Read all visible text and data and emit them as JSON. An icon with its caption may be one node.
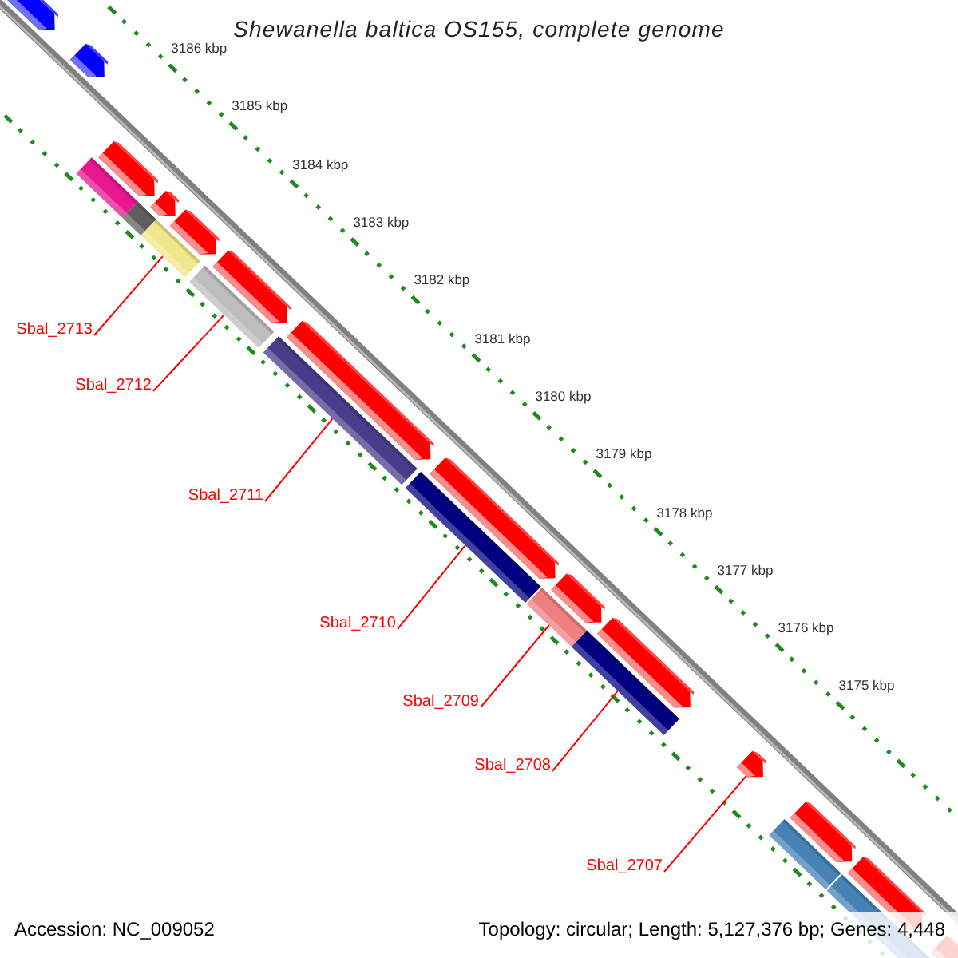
{
  "diagram": {
    "title": "Shewanella baltica OS155, complete genome",
    "nodes": [
      {
        "text": [
          "Sbal_2713"
        ]
      },
      {
        "text": [
          "Sbal_2712"
        ]
      },
      {
        "text": [
          "Sbal_2711"
        ]
      },
      {
        "text": [
          "Sbal_2710"
        ]
      },
      {
        "text": [
          "Sbal_2709"
        ]
      },
      {
        "text": [
          "Sbal_2708"
        ]
      },
      {
        "text": [
          "Sbal_2707"
        ]
      },
      {
        "text": [],
        "shape": "arrow"
      },
      {
        "text": [],
        "shape": "arrow"
      },
      {
        "text": [],
        "shape": "bar"
      },
      {
        "text": [],
        "shape": "arrow"
      },
      {
        "text": [],
        "shape": "bar"
      },
      {
        "text": [],
        "shape": "arrow"
      },
      {
        "text": [],
        "shape": "bar"
      },
      {
        "text": [],
        "shape": "arrow"
      },
      {
        "text": [],
        "shape": "bar"
      },
      {
        "text": [],
        "shape": "arrow"
      },
      {
        "text": [],
        "shape": "bar"
      },
      {
        "text": [],
        "shape": "arrow"
      },
      {
        "text": [],
        "shape": "bar"
      },
      {
        "text": [],
        "shape": "arrow"
      },
      {
        "text": [],
        "shape": "bar"
      },
      {
        "text": [],
        "shape": "arrow"
      },
      {
        "text": [],
        "shape": "bar"
      },
      {
        "text": [],
        "shape": "arrow"
      },
      {
        "text": [],
        "shape": "arrow"
      },
      {
        "text": [],
        "shape": "bar"
      },
      {
        "text": [],
        "shape": "arrow"
      },
      {
        "text": [],
        "shape": "bar"
      },
      {
        "text": [],
        "shape": "arrow"
      },
      {
        "text": [],
        "shape": "arrow"
      }
    ],
    "edges": [
      {
        "from": 0,
        "to": 13,
        "arrow": "none"
      },
      {
        "from": 1,
        "to": 15,
        "arrow": "none"
      },
      {
        "from": 2,
        "to": 17,
        "arrow": "none"
      },
      {
        "from": 3,
        "to": 19,
        "arrow": "none"
      },
      {
        "from": 4,
        "to": 21,
        "arrow": "none"
      },
      {
        "from": 5,
        "to": 23,
        "arrow": "none"
      },
      {
        "from": 6,
        "to": 25,
        "arrow": "none"
      }
    ],
    "labels": [
      "3186 kbp",
      "3185 kbp",
      "3184 kbp",
      "3183 kbp",
      "3182 kbp",
      "3181 kbp",
      "3180 kbp",
      "3179 kbp",
      "3178 kbp",
      "3177 kbp",
      "3176 kbp",
      "3175 kbp",
      "Accession: NC_009052",
      "Topology: circular; Length: 5,127,376 bp; Genes: 4,448"
    ]
  }
}
